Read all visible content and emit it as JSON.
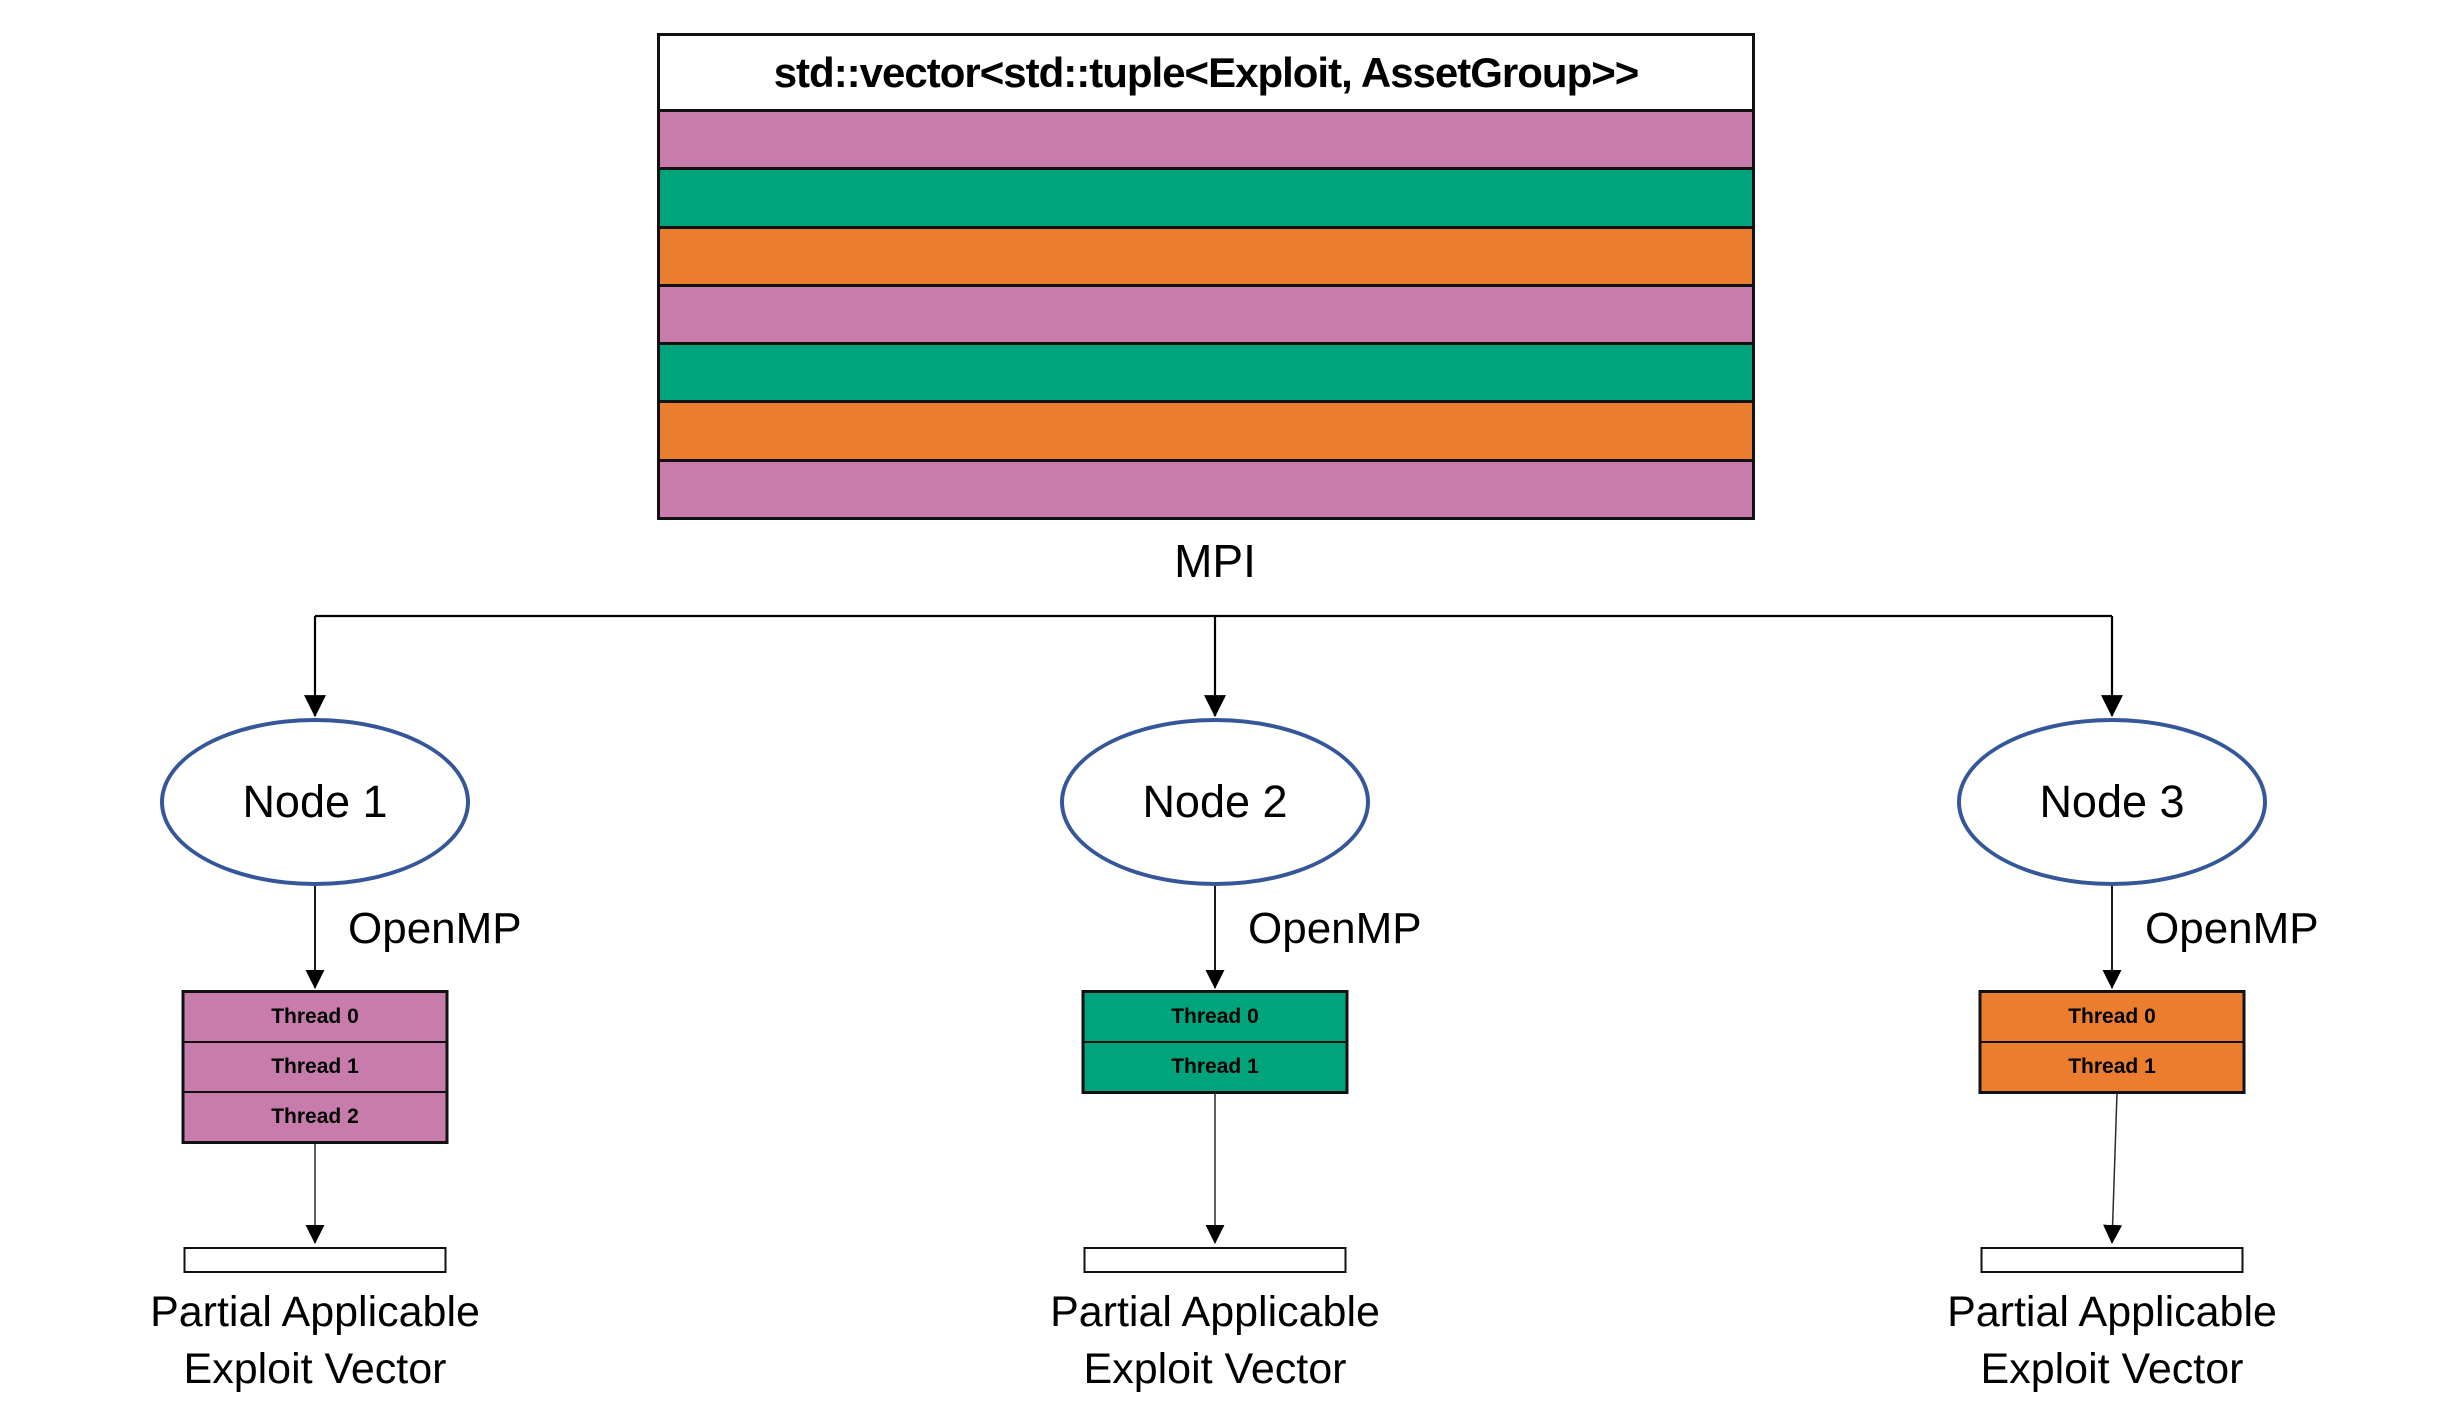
{
  "diagram": {
    "vector_box": {
      "title": "std::vector<std::tuple<Exploit, AssetGroup>>",
      "stripes": [
        "pink",
        "green",
        "orange",
        "pink",
        "green",
        "orange",
        "pink"
      ]
    },
    "mpi_label": "MPI",
    "openmp_label": "OpenMP",
    "output_caption": {
      "line1": "Partial Applicable",
      "line2": "Exploit Vector"
    },
    "colors": {
      "pink": "#C87CAC",
      "green": "#00A47C",
      "orange": "#EB7D2F",
      "ellipse_stroke": "#35579A",
      "line": "#000000"
    },
    "nodes": [
      {
        "label": "Node 1",
        "color": "pink",
        "threads": [
          "Thread 0",
          "Thread 1",
          "Thread 2"
        ]
      },
      {
        "label": "Node 2",
        "color": "green",
        "threads": [
          "Thread 0",
          "Thread 1"
        ]
      },
      {
        "label": "Node 3",
        "color": "orange",
        "threads": [
          "Thread 0",
          "Thread 1"
        ]
      }
    ]
  }
}
